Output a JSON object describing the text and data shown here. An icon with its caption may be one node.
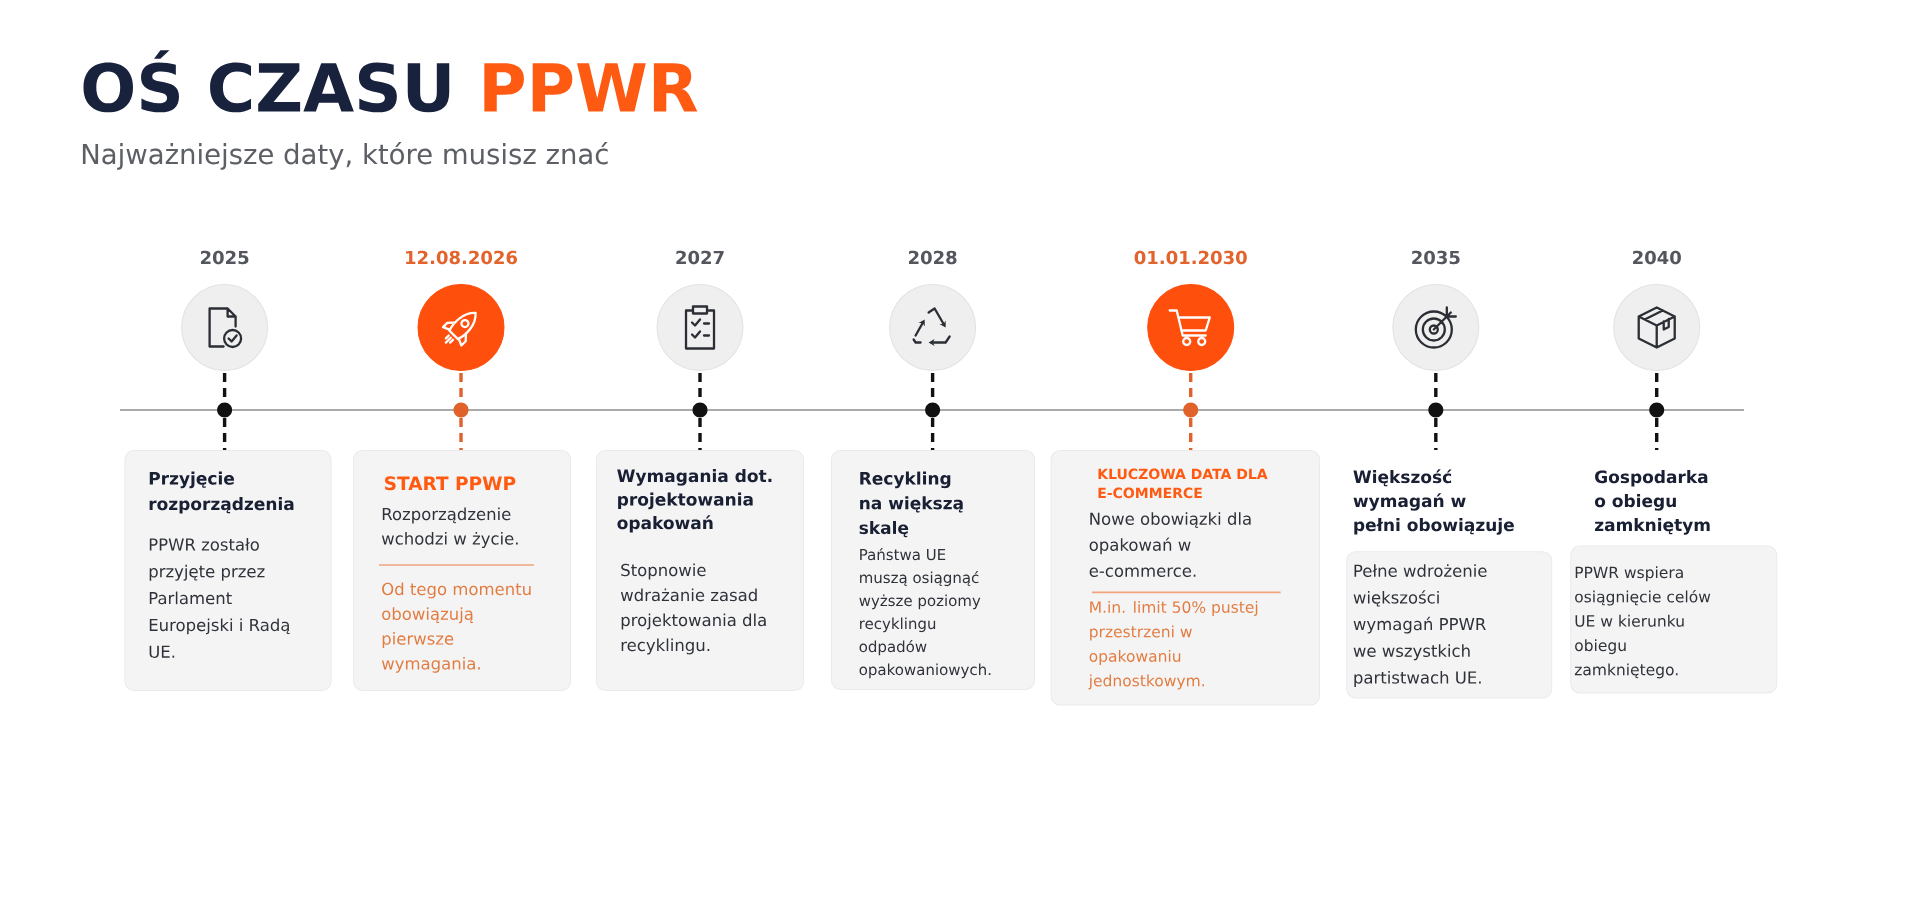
{
  "diagram": {
    "title": "OŚ CZASU PPWR",
    "nodes": [
      {
        "text": [],
        "shape": "circle",
        "beside": [
          "2025"
        ]
      },
      {
        "text": [
          "Przyjęcie rozporządzenia",
          "PPWR zostało przyjęte przez Parlament Europejski i Radą UE."
        ]
      },
      {
        "text": [],
        "shape": "circle",
        "beside": [
          "12.08.2026"
        ]
      },
      {
        "text": [
          "START PPWP",
          "Rozporządzenie wchodzi w życie.",
          "Od tego momentu obowiązują pierwsze wymagania."
        ]
      },
      {
        "text": [],
        "shape": "circle",
        "beside": [
          "2027"
        ]
      },
      {
        "text": [
          "Wymagania dot. projektowania opakowań",
          "Stopnowie wdrażanie zasad projektowania dla recyklingu."
        ]
      },
      {
        "text": [],
        "shape": "circle",
        "beside": [
          "2028"
        ]
      },
      {
        "text": [
          "Recykling na większą skalę",
          "Państwa UE muszą osiągnąć wyższe poziomy recyklingu odpadów opakowaniowych."
        ]
      },
      {
        "text": [],
        "shape": "circle",
        "beside": [
          "01.01.2030"
        ]
      },
      {
        "text": [
          "KLUCZOWA DATA DLA E-COMMERCE",
          "Nowe obowiązki dla opakowań w e-commerce.",
          "M.in. limit 50% pustej przestrzeni w opakowaniu jednostkowym."
        ]
      },
      {
        "text": [],
        "shape": "circle",
        "beside": [
          "2035"
        ]
      },
      {
        "text": [
          "Większość wymagań w pełni obowiązuje",
          "Pełne wdrożenie większości wymagań PPWR we wszystkich partistwach UE."
        ]
      },
      {
        "text": [],
        "shape": "circle",
        "beside": [
          "2040"
        ]
      },
      {
        "text": [
          "Gospodarka o obiegu zamkniętym",
          "PPWR wspiera osiągnięcie celów UE w kierunku obiegu zamkniętego."
        ]
      }
    ],
    "edges": [
      {
        "from": 0,
        "to": 1,
        "arrow": "none",
        "style": "dashed"
      },
      {
        "from": 2,
        "to": 3,
        "arrow": "none",
        "style": "dashed",
        "color": "#e0622a"
      },
      {
        "from": 4,
        "to": 5,
        "arrow": "none",
        "style": "dashed"
      },
      {
        "from": 6,
        "to": 7,
        "arrow": "none",
        "style": "dashed"
      },
      {
        "from": 8,
        "to": 9,
        "arrow": "none",
        "style": "dashed",
        "color": "#e0622a"
      },
      {
        "from": 10,
        "to": 11,
        "arrow": "none",
        "style": "dashed"
      },
      {
        "from": 12,
        "to": 13,
        "arrow": "none",
        "style": "dashed"
      }
    ],
    "labels": [
      "Najważniejsze daty, które musisz znać"
    ]
  }
}
